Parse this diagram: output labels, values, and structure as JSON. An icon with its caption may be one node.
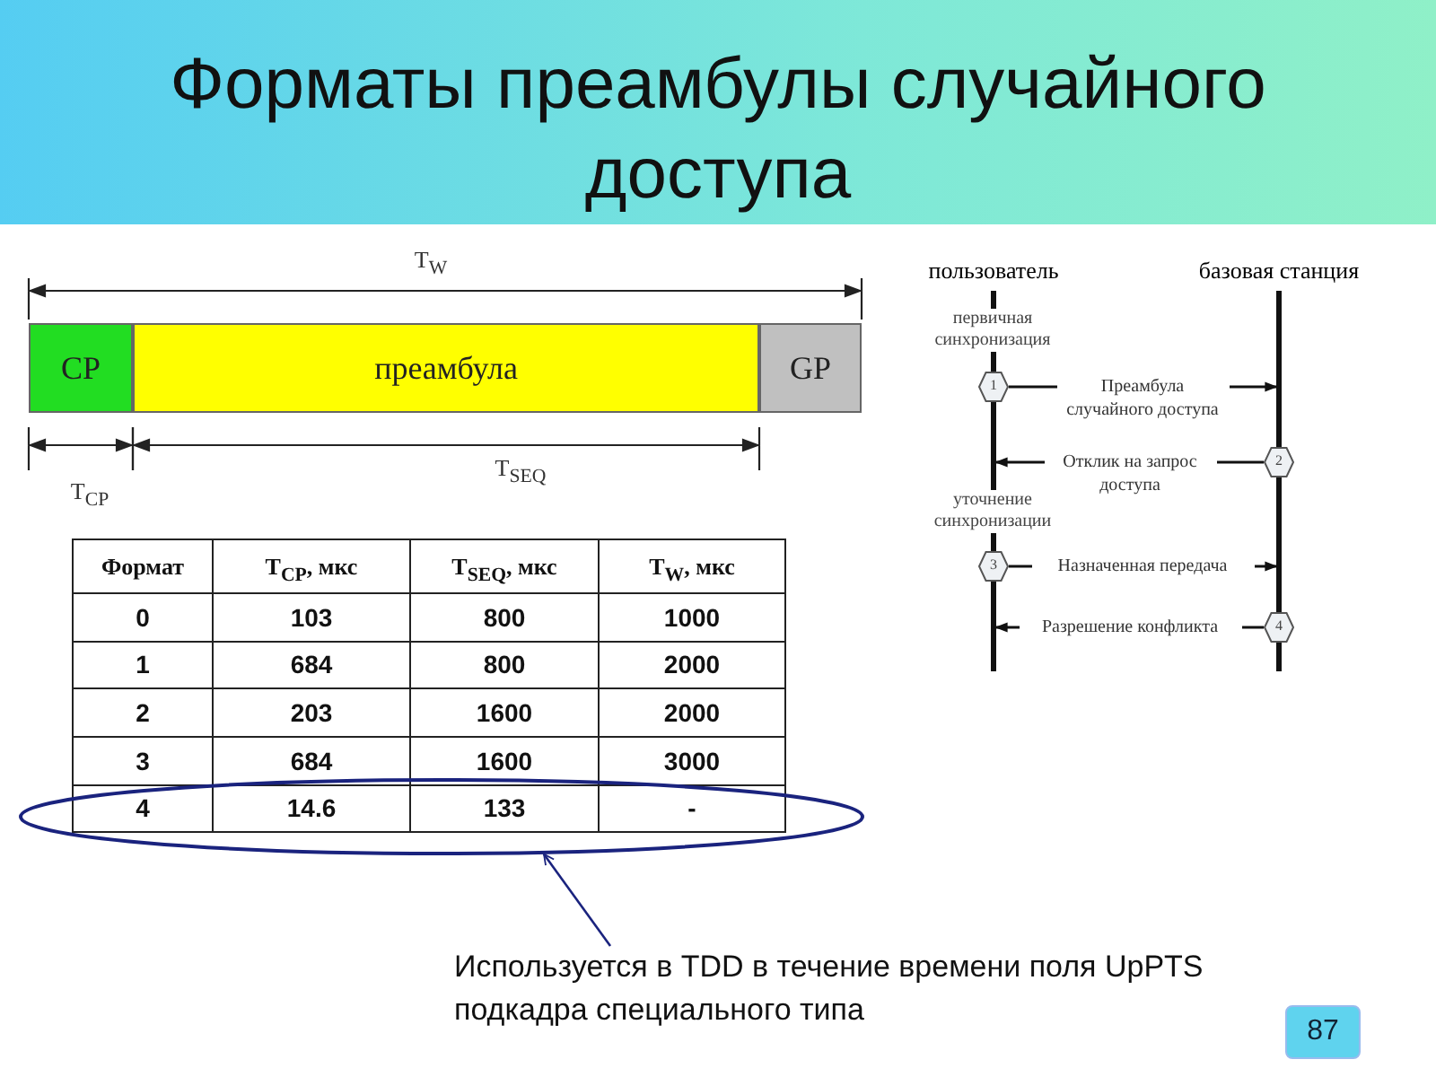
{
  "diagram": {
    "title": "Форматы преамбулы случайного доступа",
    "nodes": [
      {
        "text": [
          "CP"
        ]
      },
      {
        "text": [
          "преамбула"
        ]
      },
      {
        "text": [
          "GP"
        ]
      },
      {
        "text": [],
        "shape": "bar",
        "beside": [
          "пользователь"
        ]
      },
      {
        "text": [],
        "shape": "bar",
        "beside": [
          "базовая станция"
        ]
      },
      {
        "text": [
          "1"
        ]
      },
      {
        "text": [
          "2"
        ]
      },
      {
        "text": [
          "3"
        ]
      },
      {
        "text": [
          "4"
        ]
      },
      {
        "text": [],
        "shape": "ellipse"
      },
      {
        "text": [
          "Используется в TDD в течение времени поля UpPTS подкадра специального типа"
        ]
      },
      {
        "text": [
          "87"
        ]
      }
    ],
    "edges": [
      {
        "from": 5,
        "to": 4,
        "arrow": "to",
        "label": "Преамбула случайного доступа"
      },
      {
        "from": 6,
        "to": 3,
        "arrow": "to",
        "label": "Отклик на запрос доступа"
      },
      {
        "from": 7,
        "to": 4,
        "arrow": "to",
        "label": "Назначенная передача"
      },
      {
        "from": 8,
        "to": 3,
        "arrow": "to",
        "label": "Разрешение конфликта"
      },
      {
        "from": 10,
        "to": 9,
        "arrow": "to",
        "color": "#1a237e"
      }
    ],
    "labels": [
      "T$_{W}$",
      "T$_{SEQ}$",
      "T$_{CP}$",
      "первичная синхронизация",
      "уточнение синхронизации",
      "Формат",
      "T$_{CP}$, мкс",
      "T$_{SEQ}$, мкс",
      "T$_{W}$, мкс",
      "0",
      "103",
      "800",
      "1000",
      "1",
      "684",
      "800",
      "2000",
      "2",
      "203",
      "1600",
      "2000",
      "3",
      "684",
      "1600",
      "3000",
      "4",
      "14.6",
      "133",
      "-"
    ]
  }
}
